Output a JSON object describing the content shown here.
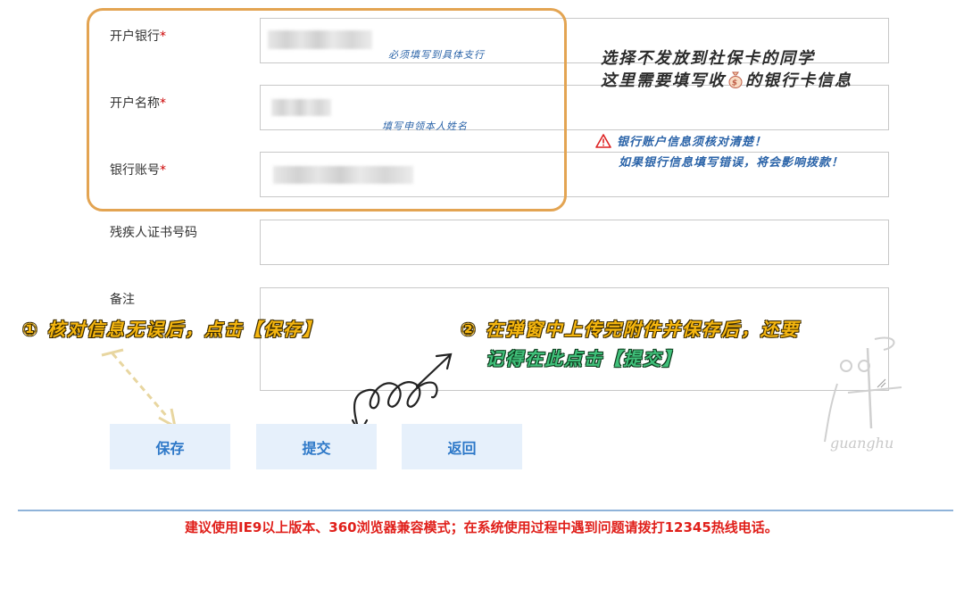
{
  "form": {
    "bank_name": {
      "label": "开户银行",
      "required": "*",
      "hint": "必须填写到具体支行"
    },
    "account_name": {
      "label": "开户名称",
      "required": "*",
      "hint": "填写申领本人姓名"
    },
    "account_number": {
      "label": "银行账号",
      "required": "*"
    },
    "disability_cert": {
      "label": "残疾人证书号码"
    },
    "remark": {
      "label": "备注"
    }
  },
  "annotations": {
    "top_right_line1": "选择不发放到社保卡的同学",
    "top_right_line2_pre": "这里需要填写收",
    "top_right_line2_post": "的银行卡信息",
    "warning_line1": "银行账户信息须核对清楚！",
    "warning_line2": "如果银行信息填写错误，将会影响拨款！",
    "step1": "① 核对信息无误后，点击【保存】",
    "step2_line1": "② 在弹窗中上传完附件并保存后，还要",
    "step2_line2": "记得在此点击【提交】"
  },
  "buttons": {
    "save": "保存",
    "submit": "提交",
    "back": "返回"
  },
  "footer": {
    "notice": "建议使用IE9以上版本、360浏览器兼容模式；在系统使用过程中遇到问题请拨打12345热线电话。"
  },
  "watermark": {
    "text": "guanghu"
  },
  "icons": {
    "money_bag": "money-bag-icon",
    "warning": "warning-icon"
  },
  "colors": {
    "highlight_frame": "#e3a452",
    "button_bg": "#e6f0fb",
    "button_text": "#2d78c8",
    "footer_text": "#e0201b",
    "step1_text": "#f5b60f",
    "step2_green": "#40c07a"
  }
}
